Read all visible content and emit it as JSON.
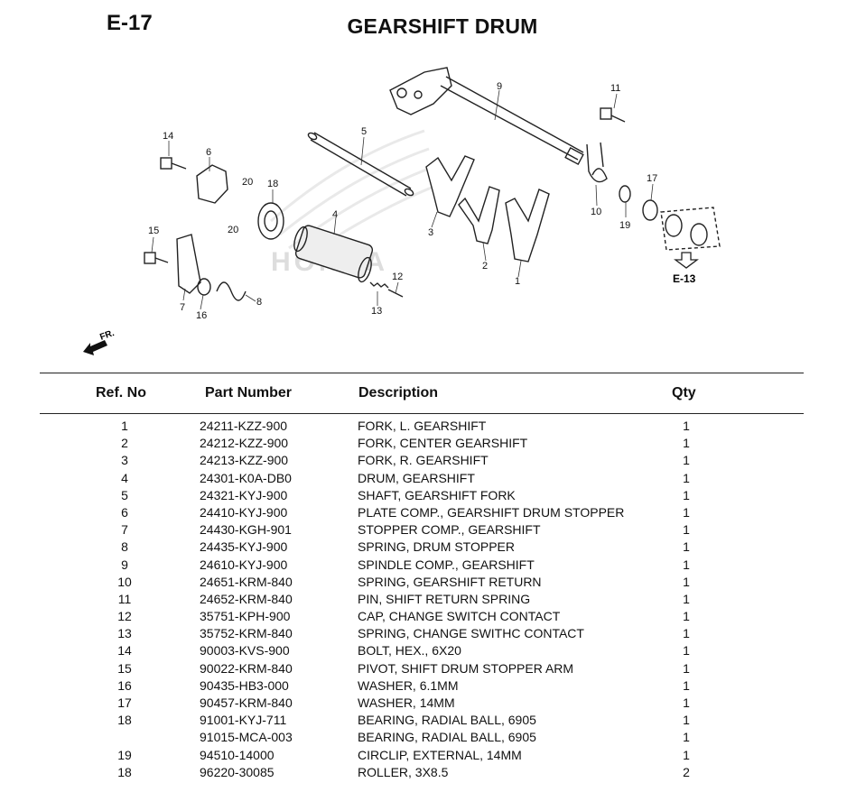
{
  "header": {
    "section_code": "E-17",
    "title": "GEARSHIFT DRUM"
  },
  "diagram": {
    "callouts": [
      "1",
      "2",
      "3",
      "4",
      "5",
      "6",
      "7",
      "8",
      "9",
      "10",
      "11",
      "12",
      "13",
      "14",
      "15",
      "16",
      "17",
      "18",
      "19",
      "20",
      "20"
    ],
    "cross_reference": "E-13",
    "front_marker": "FR.",
    "watermark": "HONDA"
  },
  "table": {
    "columns": [
      "Ref. No",
      "Part Number",
      "Description",
      "Qty"
    ],
    "rows": [
      {
        "ref": "1",
        "part": "24211-KZZ-900",
        "desc": "FORK, L. GEARSHIFT",
        "qty": "1"
      },
      {
        "ref": "2",
        "part": "24212-KZZ-900",
        "desc": "FORK, CENTER GEARSHIFT",
        "qty": "1"
      },
      {
        "ref": "3",
        "part": "24213-KZZ-900",
        "desc": "FORK, R. GEARSHIFT",
        "qty": "1"
      },
      {
        "ref": "4",
        "part": "24301-K0A-DB0",
        "desc": "DRUM, GEARSHIFT",
        "qty": "1"
      },
      {
        "ref": "5",
        "part": "24321-KYJ-900",
        "desc": "SHAFT, GEARSHIFT FORK",
        "qty": "1"
      },
      {
        "ref": "6",
        "part": "24410-KYJ-900",
        "desc": "PLATE COMP., GEARSHIFT DRUM STOPPER",
        "qty": "1"
      },
      {
        "ref": "7",
        "part": "24430-KGH-901",
        "desc": "STOPPER COMP., GEARSHIFT",
        "qty": "1"
      },
      {
        "ref": "8",
        "part": "24435-KYJ-900",
        "desc": "SPRING, DRUM STOPPER",
        "qty": "1"
      },
      {
        "ref": "9",
        "part": "24610-KYJ-900",
        "desc": "SPINDLE COMP., GEARSHIFT",
        "qty": "1"
      },
      {
        "ref": "10",
        "part": "24651-KRM-840",
        "desc": "SPRING, GEARSHIFT RETURN",
        "qty": "1"
      },
      {
        "ref": "11",
        "part": "24652-KRM-840",
        "desc": "PIN, SHIFT RETURN SPRING",
        "qty": "1"
      },
      {
        "ref": "12",
        "part": "35751-KPH-900",
        "desc": "CAP, CHANGE SWITCH CONTACT",
        "qty": "1"
      },
      {
        "ref": "13",
        "part": "35752-KRM-840",
        "desc": "SPRING, CHANGE SWITHC CONTACT",
        "qty": "1"
      },
      {
        "ref": "14",
        "part": "90003-KVS-900",
        "desc": "BOLT, HEX., 6X20",
        "qty": "1"
      },
      {
        "ref": "15",
        "part": "90022-KRM-840",
        "desc": "PIVOT, SHIFT DRUM STOPPER ARM",
        "qty": "1"
      },
      {
        "ref": "16",
        "part": "90435-HB3-000",
        "desc": "WASHER, 6.1MM",
        "qty": "1"
      },
      {
        "ref": "17",
        "part": "90457-KRM-840",
        "desc": "WASHER, 14MM",
        "qty": "1"
      },
      {
        "ref": "18",
        "part": "91001-KYJ-711",
        "desc": "BEARING, RADIAL BALL, 6905",
        "qty": "1"
      },
      {
        "ref": "",
        "part": "91015-MCA-003",
        "desc": "BEARING, RADIAL BALL, 6905",
        "qty": "1"
      },
      {
        "ref": "19",
        "part": "94510-14000",
        "desc": "CIRCLIP, EXTERNAL, 14MM",
        "qty": "1"
      },
      {
        "ref": "18",
        "part": "96220-30085",
        "desc": "ROLLER, 3X8.5",
        "qty": "2"
      }
    ]
  }
}
